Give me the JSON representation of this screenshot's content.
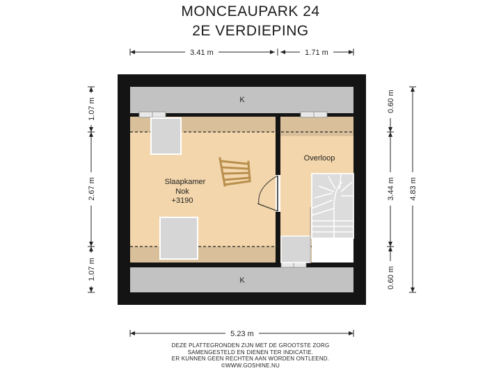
{
  "title": {
    "line1": "MONCEAUPARK 24",
    "line2": "2E VERDIEPING"
  },
  "dimensions": {
    "top_left": "3.41 m",
    "top_right": "1.71 m",
    "left_top": "1.07 m",
    "left_middle": "2.67 m",
    "left_bottom": "1.07 m",
    "right_top": "0.60 m",
    "right_middle": "3.44 m",
    "right_bottom": "0.60 m",
    "right_total": "4.83 m",
    "bottom_total": "5.23 m"
  },
  "rooms": {
    "knee_wall_top": "K",
    "knee_wall_bottom": "K",
    "bedroom_name": "Slaapkamer",
    "bedroom_ridge": "Nok",
    "bedroom_height": "+3190",
    "landing": "Overloop"
  },
  "disclaimer": {
    "line1": "DEZE PLATTEGRONDEN ZIJN MET DE GROOTSTE ZORG",
    "line2": "SAMENGESTELD EN DIENEN TER INDICATIE.",
    "line3": "ER KUNNEN GEEN RECHTEN AAN WORDEN ONTLEEND.",
    "line4": "©WWW.GOSHINE.NU"
  },
  "colors": {
    "wall": "#141414",
    "room_floor": "#f3d6ab",
    "low_ceiling": "#d9c09a",
    "knee_wall": "#c2c2c2",
    "furniture": "#d8d8d8",
    "stairs": "#b98f4e",
    "dimension_line": "#222222"
  }
}
